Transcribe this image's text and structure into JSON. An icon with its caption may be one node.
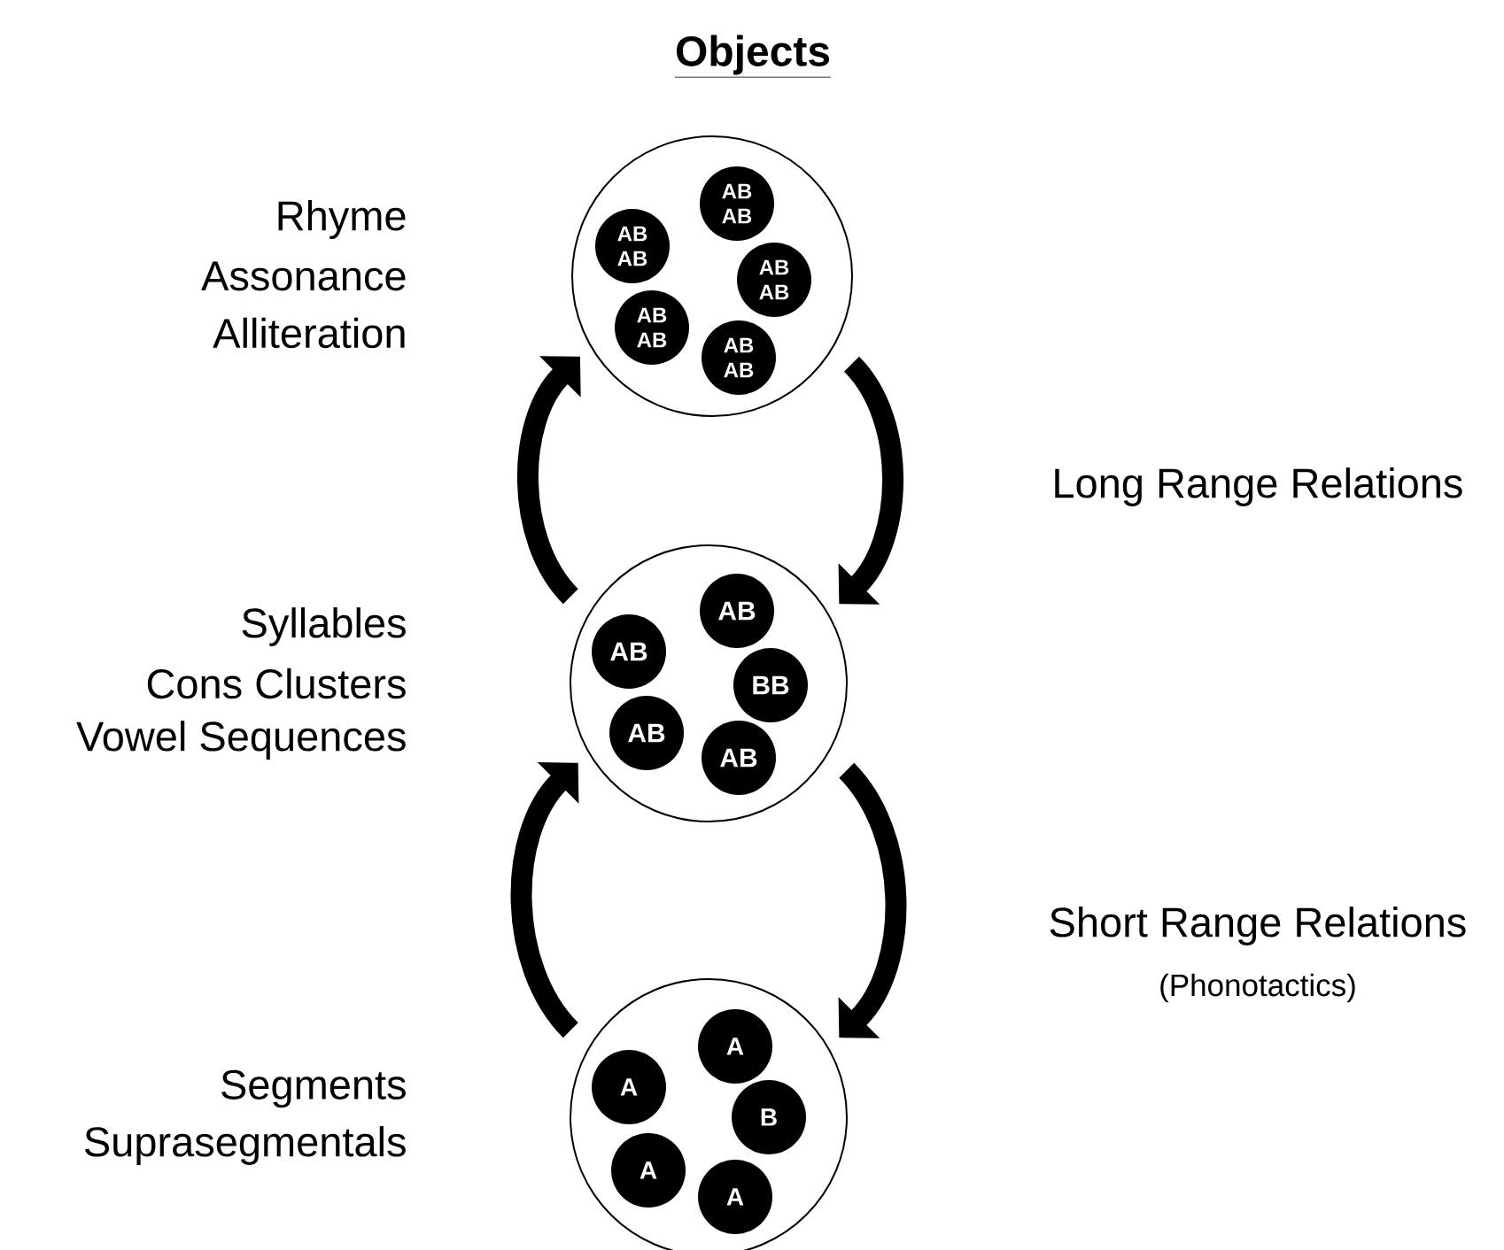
{
  "diagram": {
    "title": "Objects",
    "nodes": [
      {
        "text": [],
        "shape": "circle",
        "beside": [
          "Rhyme",
          "Assonance",
          "Alliteration"
        ]
      },
      {
        "text": [
          "AB AB"
        ],
        "in": 0
      },
      {
        "text": [
          "AB AB"
        ],
        "in": 0
      },
      {
        "text": [
          "AB AB"
        ],
        "in": 0
      },
      {
        "text": [
          "AB AB"
        ],
        "in": 0
      },
      {
        "text": [
          "AB AB"
        ],
        "in": 0
      },
      {
        "text": [],
        "shape": "circle",
        "beside": [
          "Syllables",
          "Cons Clusters",
          "Vowel Sequences"
        ]
      },
      {
        "text": [
          "AB"
        ],
        "in": 6
      },
      {
        "text": [
          "AB"
        ],
        "in": 6
      },
      {
        "text": [
          "BB"
        ],
        "in": 6
      },
      {
        "text": [
          "AB"
        ],
        "in": 6
      },
      {
        "text": [
          "AB"
        ],
        "in": 6
      },
      {
        "text": [],
        "shape": "circle",
        "beside": [
          "Segments",
          "Suprasegmentals"
        ]
      },
      {
        "text": [
          "A"
        ],
        "in": 12
      },
      {
        "text": [
          "A"
        ],
        "in": 12
      },
      {
        "text": [
          "B"
        ],
        "in": 12
      },
      {
        "text": [
          "A"
        ],
        "in": 12
      },
      {
        "text": [
          "A"
        ],
        "in": 12
      }
    ],
    "edges": [
      {
        "from": 0,
        "to": 6,
        "arrow": "to"
      },
      {
        "from": 6,
        "to": 0,
        "arrow": "to"
      },
      {
        "from": 6,
        "to": 12,
        "arrow": "to"
      },
      {
        "from": 12,
        "to": 6,
        "arrow": "to"
      }
    ],
    "labels": [
      "Long Range Relations",
      "Short Range Relations",
      "(Phonotactics)"
    ]
  }
}
